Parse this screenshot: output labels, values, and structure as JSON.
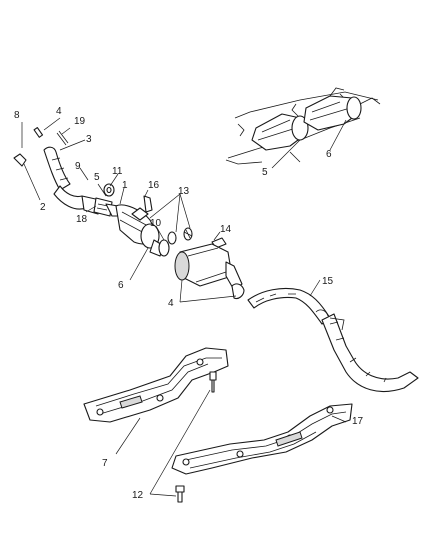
{
  "callouts": [
    {
      "id": "c1",
      "label": "1"
    },
    {
      "id": "c2",
      "label": "2"
    },
    {
      "id": "c3",
      "label": "3"
    },
    {
      "id": "c4a",
      "label": "4"
    },
    {
      "id": "c4b",
      "label": "4"
    },
    {
      "id": "c5a",
      "label": "5"
    },
    {
      "id": "c5b",
      "label": "5"
    },
    {
      "id": "c6a",
      "label": "6"
    },
    {
      "id": "c6b",
      "label": "6"
    },
    {
      "id": "c7",
      "label": "7"
    },
    {
      "id": "c8",
      "label": "8"
    },
    {
      "id": "c9",
      "label": "9"
    },
    {
      "id": "c10",
      "label": "10"
    },
    {
      "id": "c11",
      "label": "11"
    },
    {
      "id": "c12",
      "label": "12"
    },
    {
      "id": "c13",
      "label": "13"
    },
    {
      "id": "c14",
      "label": "14"
    },
    {
      "id": "c15",
      "label": "15"
    },
    {
      "id": "c16",
      "label": "16"
    },
    {
      "id": "c17",
      "label": "17"
    },
    {
      "id": "c18",
      "label": "18"
    },
    {
      "id": "c19",
      "label": "19"
    }
  ]
}
